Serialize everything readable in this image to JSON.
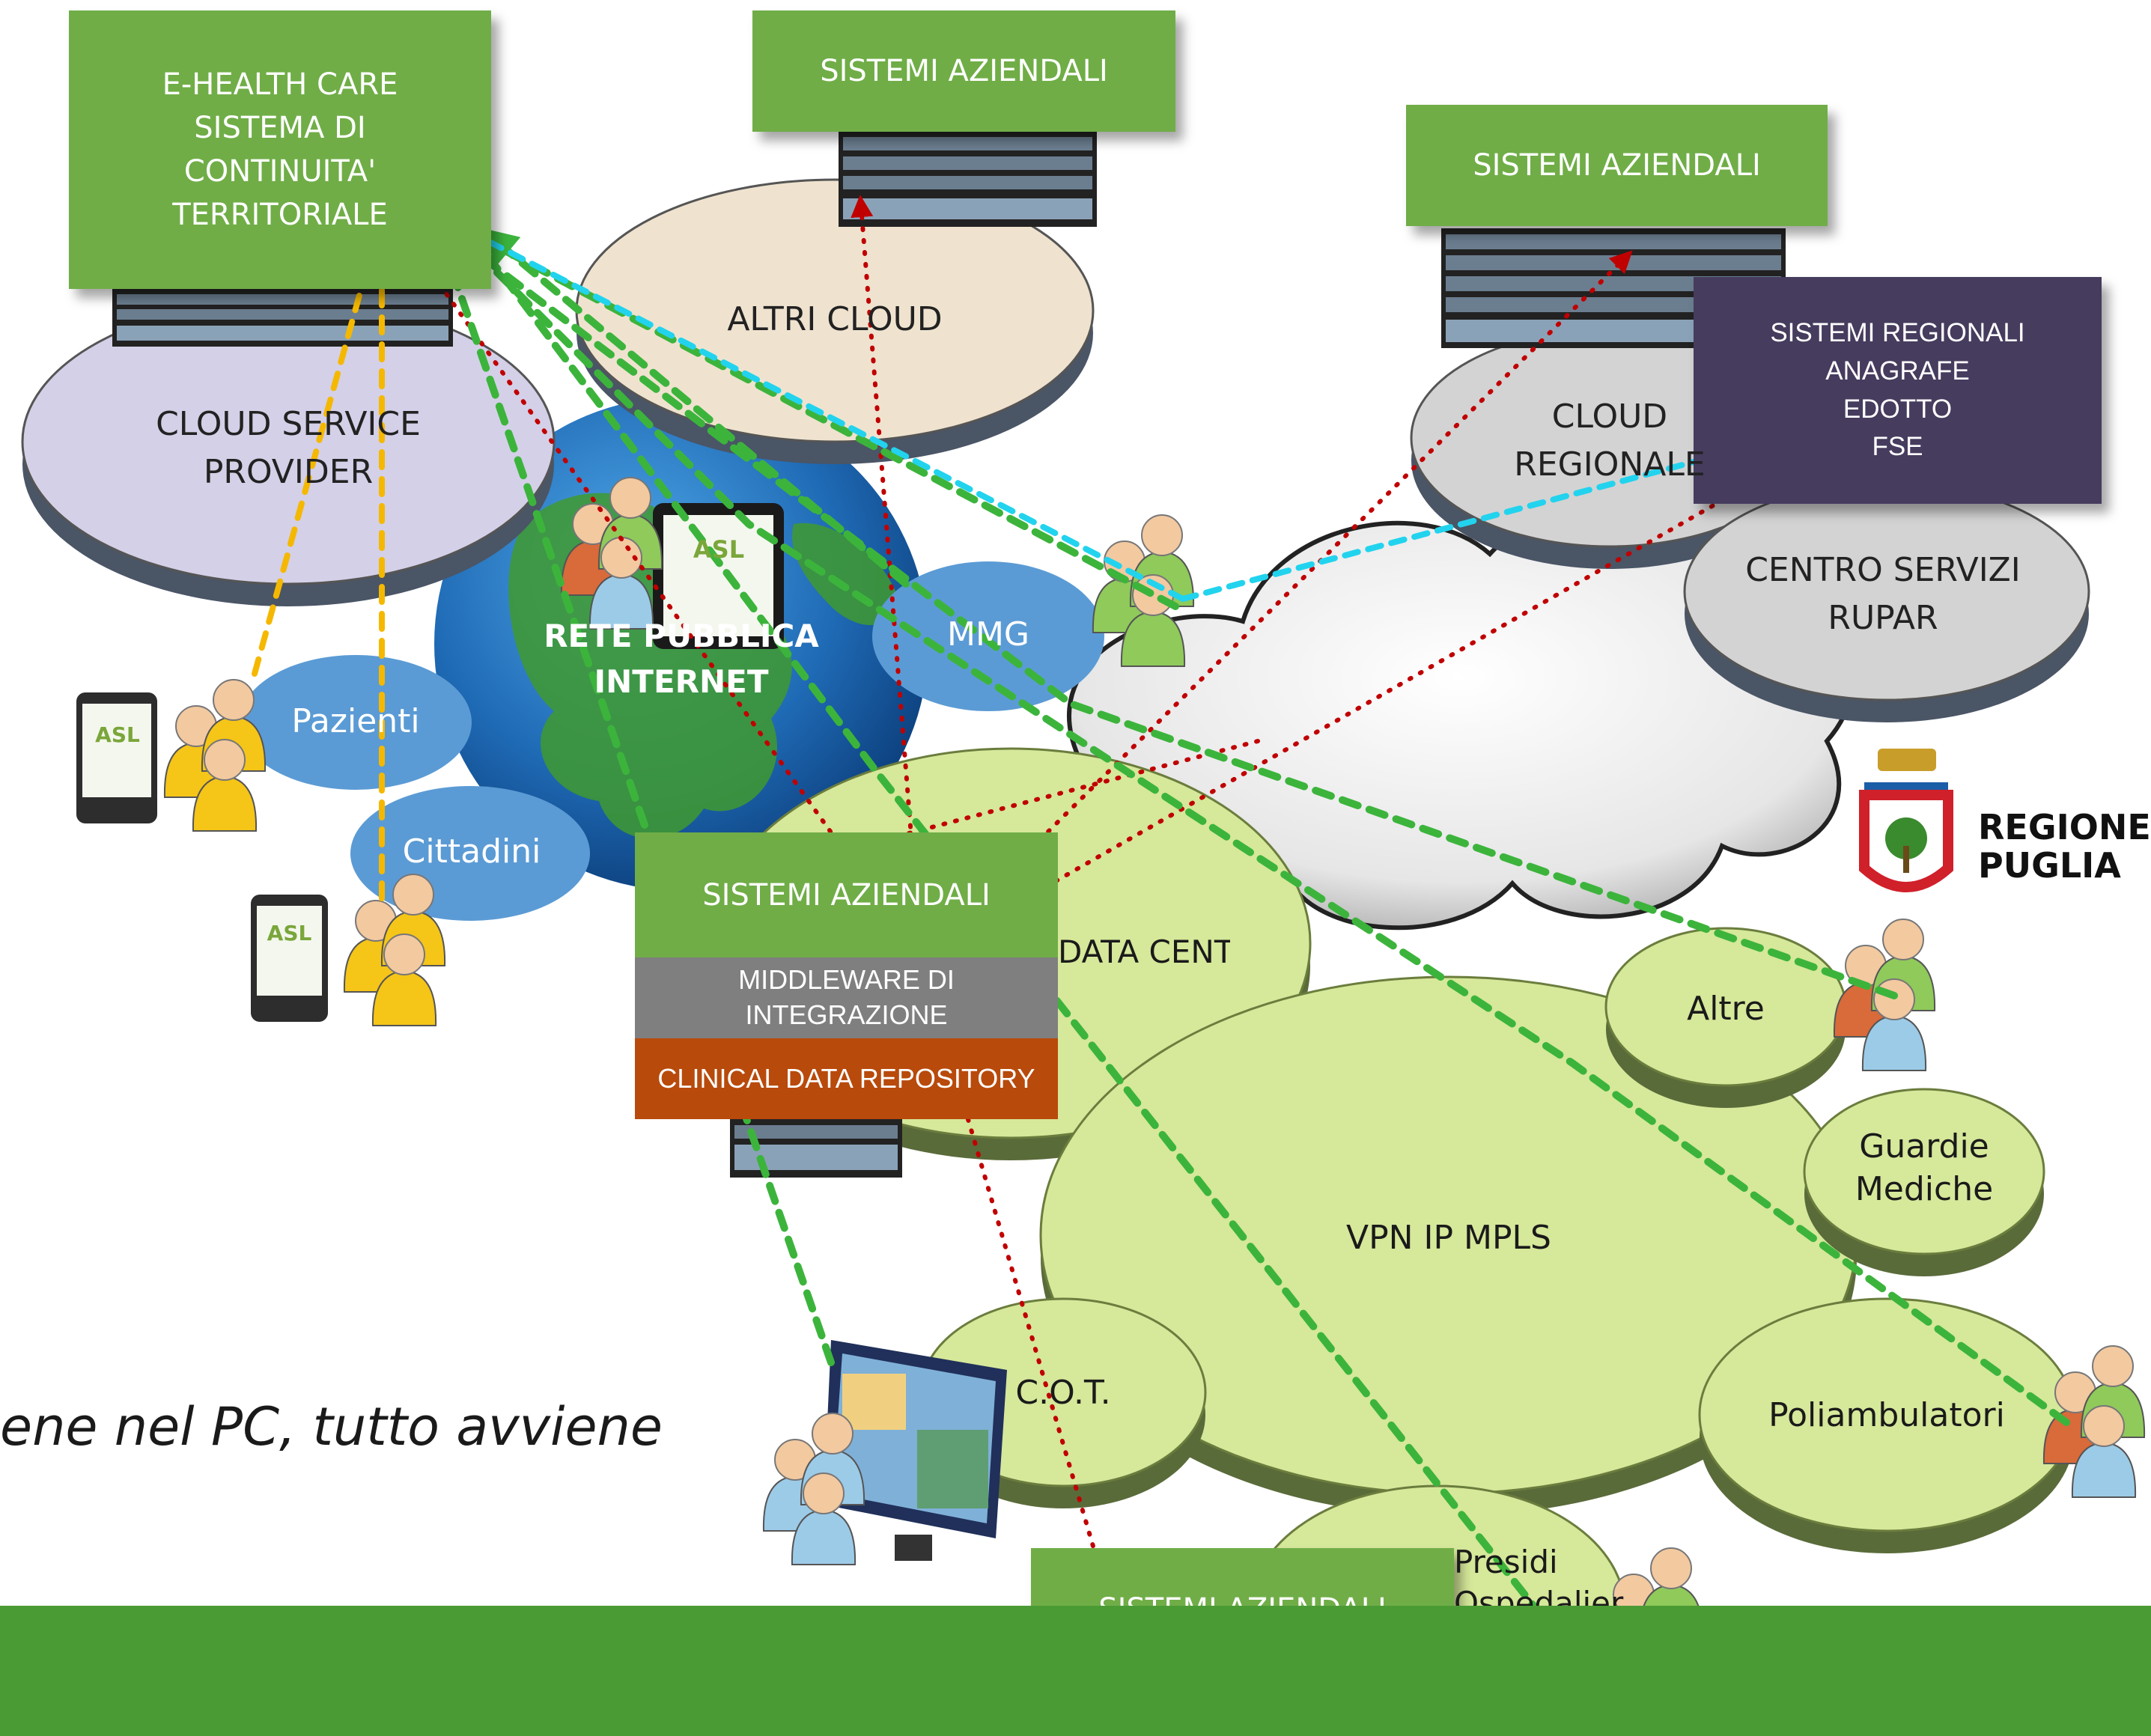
{
  "boxes": {
    "ehealth": "E-HEALTH CARE\nSISTEMA DI\nCONTINUITA'\nTERRITORIALE",
    "sistemi_top": "SISTEMI AZIENDALI",
    "sistemi_right": "SISTEMI AZIENDALI",
    "sistemi_regionali": "SISTEMI REGIONALI\nANAGRAFE\nEDOTTO\nFSE",
    "sistemi_center": "SISTEMI AZIENDALI",
    "middleware": "MIDDLEWARE DI\nINTEGRAZIONE",
    "clinical": "CLINICAL DATA REPOSITORY",
    "sistemi_bottom": "SISTEMI AZIENDALI"
  },
  "clouds": {
    "altri_cloud": "ALTRI CLOUD",
    "csp": "CLOUD SERVICE\nPROVIDER",
    "cloud_regionale": "CLOUD\nREGIONALE",
    "centro_servizi": "CENTRO SERVIZI\nRUPAR"
  },
  "globe": {
    "label": "RETE PUBBLICA\nINTERNET"
  },
  "nodes": {
    "mmg": "MMG",
    "pazienti": "Pazienti",
    "cittadini": "Cittadini",
    "datacenter": "DATA CENTER",
    "vpn": "VPN IP MPLS",
    "altre": "Altre",
    "guardie": "Guardie\nMediche",
    "cot": "C.O.T.",
    "poliambulatori": "Poliambulatori",
    "presidi": "Presidi\nOspedalieri"
  },
  "logos": {
    "asl": "ASL",
    "regione": "REGIONE\nPUGLIA"
  },
  "caption": "ene nel PC, tutto avviene",
  "colors": {
    "green_box": "#70ad47",
    "purple_box": "#463c5e",
    "middleware": "#7f7f7f",
    "clinical": "#b84a0c",
    "node_blue": "#5b9bd5",
    "network_green": "#d6e89a",
    "arrow_red": "#c00000",
    "arrow_green": "#3cb43c",
    "arrow_yellow": "#f5b800",
    "arrow_cyan": "#22d3ee",
    "footer": "#4a9b34"
  }
}
